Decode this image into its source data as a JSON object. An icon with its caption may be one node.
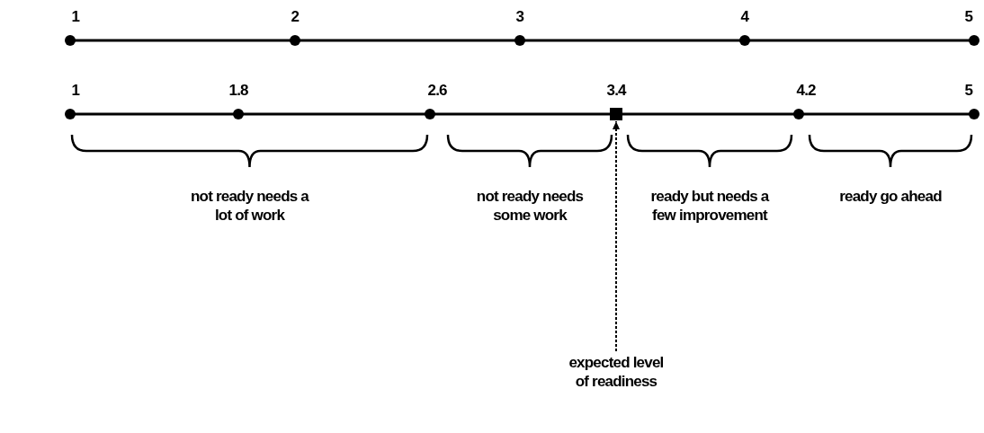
{
  "diagram": {
    "nodes": [
      {
        "text": [],
        "shape": "box"
      },
      {
        "text": [
          "expected level of readiness"
        ]
      }
    ],
    "edges": [
      {
        "from": 1,
        "to": 0,
        "arrow": "to",
        "style": "dashed"
      }
    ],
    "labels": [
      "1",
      "2",
      "3",
      "4",
      "5",
      "1",
      "1.8",
      "2.6",
      "3.4",
      "4.2",
      "5",
      "not ready needs a lot of work",
      "not ready needs some work",
      "ready but needs a few improvement",
      "ready go ahead"
    ]
  }
}
